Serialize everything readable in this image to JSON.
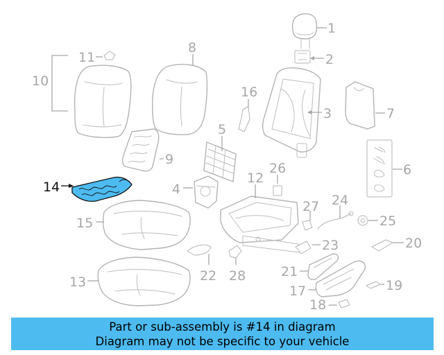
{
  "callouts": {
    "c1": "1",
    "c2": "2",
    "c3": "3",
    "c4": "4",
    "c5": "5",
    "c6": "6",
    "c7": "7",
    "c8": "8",
    "c9": "9",
    "c10": "10",
    "c11": "11",
    "c12": "12",
    "c13": "13",
    "c14": "14",
    "c15": "15",
    "c16": "16",
    "c17": "17",
    "c18": "18",
    "c19": "19",
    "c20": "20",
    "c21": "21",
    "c22": "22",
    "c23": "23",
    "c24": "24",
    "c25": "25",
    "c26": "26",
    "c27": "27",
    "c28": "28"
  },
  "highlighted_part": "14",
  "colors": {
    "highlight_fill": "#4dbbf0",
    "banner_background": "#4dbbf0",
    "line_gray": "#a7a7a7"
  },
  "banner": {
    "line1": "Part or sub-assembly is #14 in diagram",
    "line2": "Diagram may not be specific to your vehicle"
  }
}
